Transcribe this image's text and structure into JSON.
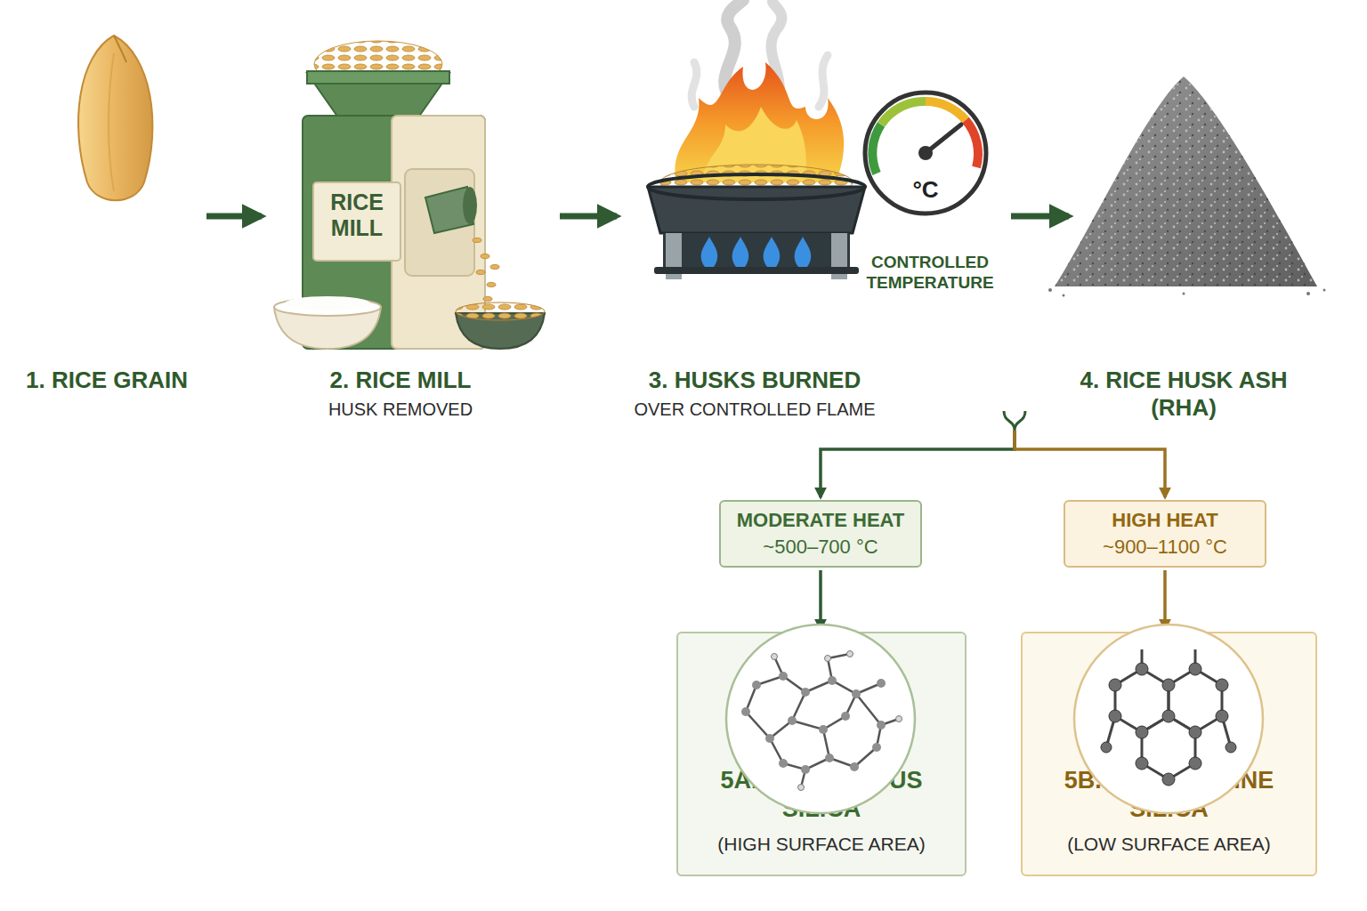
{
  "diagram": {
    "nodes": [
      {
        "text": [
          "1. RICE GRAIN"
        ]
      },
      {
        "text": [
          "2. RICE MILL",
          "HUSK REMOVED"
        ]
      },
      {
        "text": [
          "3. HUSKS BURNED",
          "OVER CONTROLLED FLAME",
          "°C",
          "CONTROLLED TEMPERATURE"
        ]
      },
      {
        "text": [
          "4. RICE HUSK ASH (RHA)"
        ]
      },
      {
        "text": [
          "MODERATE HEAT",
          "~500–700 °C"
        ]
      },
      {
        "text": [
          "HIGH HEAT",
          "~900–1100 °C"
        ]
      },
      {
        "text": [
          "5A. AMORPHOUS SILICA",
          "(HIGH SURFACE AREA)"
        ]
      },
      {
        "text": [
          "5B. CRYSTALLINE SILICA",
          "(LOW SURFACE AREA)"
        ]
      }
    ],
    "edges": [
      {
        "from": 0,
        "to": 1,
        "arrow": "to"
      },
      {
        "from": 1,
        "to": 2,
        "arrow": "to"
      },
      {
        "from": 2,
        "to": 3,
        "arrow": "to"
      },
      {
        "from": 3,
        "to": 4,
        "arrow": "to"
      },
      {
        "from": 3,
        "to": 5,
        "arrow": "to"
      },
      {
        "from": 4,
        "to": 6,
        "arrow": "to"
      },
      {
        "from": 5,
        "to": 7,
        "arrow": "to"
      }
    ],
    "labels": [
      "RICE MILL"
    ]
  }
}
